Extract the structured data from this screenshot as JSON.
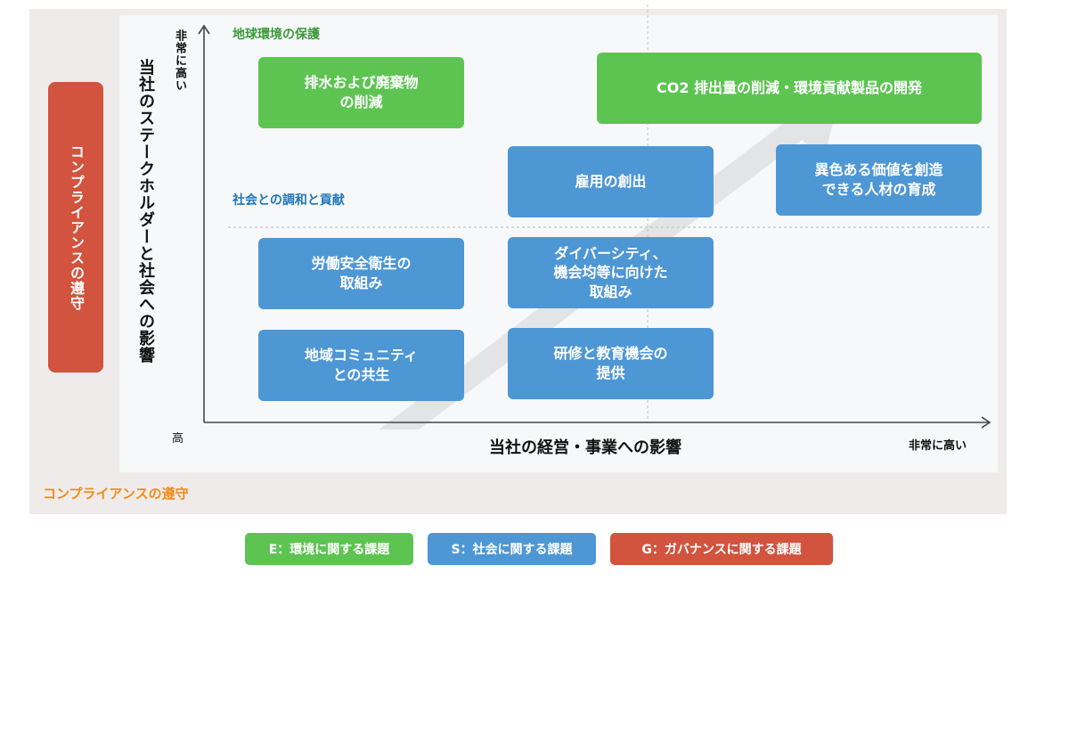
{
  "pill": {
    "label": "コンプライアンスの遵守"
  },
  "axes": {
    "y_label": "当社のステークホルダーと社会への影響",
    "y_top": "非常に高い",
    "y_low": "高",
    "x_label": "当社の経営・事業への影響",
    "x_high": "非常に高い"
  },
  "sections": {
    "environment": "地球環境の保護",
    "society": "社会との調和と貢献",
    "compliance": "コンプライアンスの遵守"
  },
  "boxes": {
    "wastewater": "排水および廃棄物\nの削減",
    "co2": "CO2 排出量の削減・環境貢献製品の開発",
    "employment": "雇用の創出",
    "talent": "異色ある価値を創造\nできる人材の育成",
    "safety": "労働安全衛生の\n取組み",
    "diversity": "ダイバーシティ、\n機会均等に向けた\n取組み",
    "community": "地域コミュニティ\nとの共生",
    "training": "研修と教育機会の\n提供"
  },
  "legend": {
    "e": "E：環境に関する課題",
    "s": "S：社会に関する課題",
    "g": "G：ガバナンスに関する課題"
  },
  "colors": {
    "environment": "#5dc452",
    "society": "#4e97d5",
    "governance": "#d2533e",
    "compliance_text": "#ef8d1b"
  }
}
